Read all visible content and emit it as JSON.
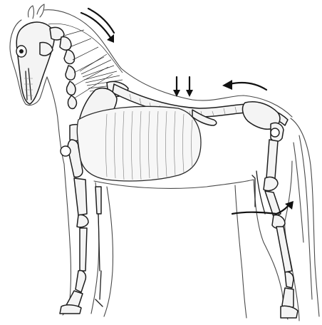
{
  "figure": {
    "subject": "horse-skeleton-and-musculature",
    "colors": {
      "background": "#ffffff",
      "ink": "#1e1e1e",
      "outline": "#4a4a4a",
      "shading": "#7a7a7a"
    },
    "arrows": [
      {
        "name": "neck-curve-arrow",
        "direction": "down-right"
      },
      {
        "name": "back-down-arrow-left",
        "direction": "down"
      },
      {
        "name": "back-down-arrow-right",
        "direction": "down"
      },
      {
        "name": "loin-curve-arrow",
        "direction": "left"
      },
      {
        "name": "hindleg-curve-arrow",
        "direction": "up-right"
      }
    ]
  }
}
